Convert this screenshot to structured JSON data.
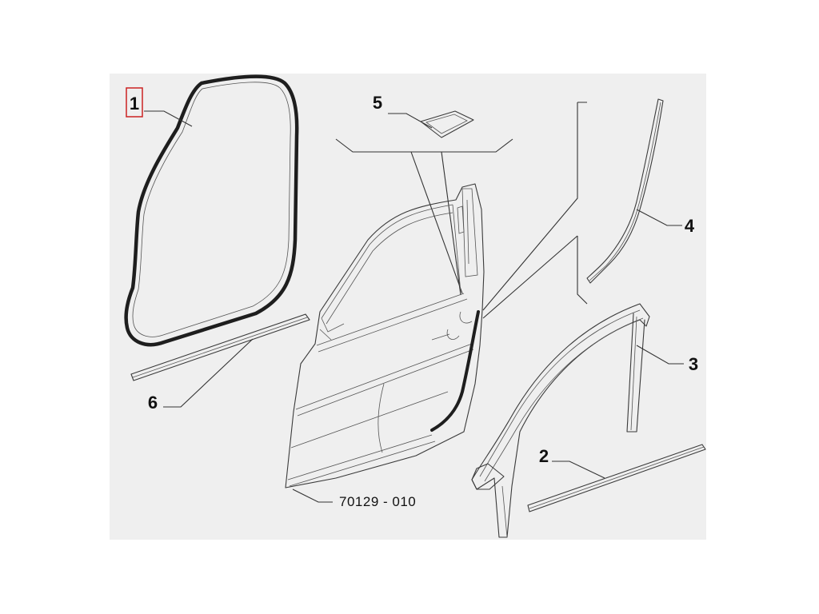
{
  "diagram": {
    "code": "70129 - 010",
    "highlight_color": "#cc2222",
    "parts": [
      {
        "id": "1",
        "label": "1",
        "highlighted": true
      },
      {
        "id": "2",
        "label": "2",
        "highlighted": false
      },
      {
        "id": "3",
        "label": "3",
        "highlighted": false
      },
      {
        "id": "4",
        "label": "4",
        "highlighted": false
      },
      {
        "id": "5",
        "label": "5",
        "highlighted": false
      },
      {
        "id": "6",
        "label": "6",
        "highlighted": false
      }
    ]
  }
}
